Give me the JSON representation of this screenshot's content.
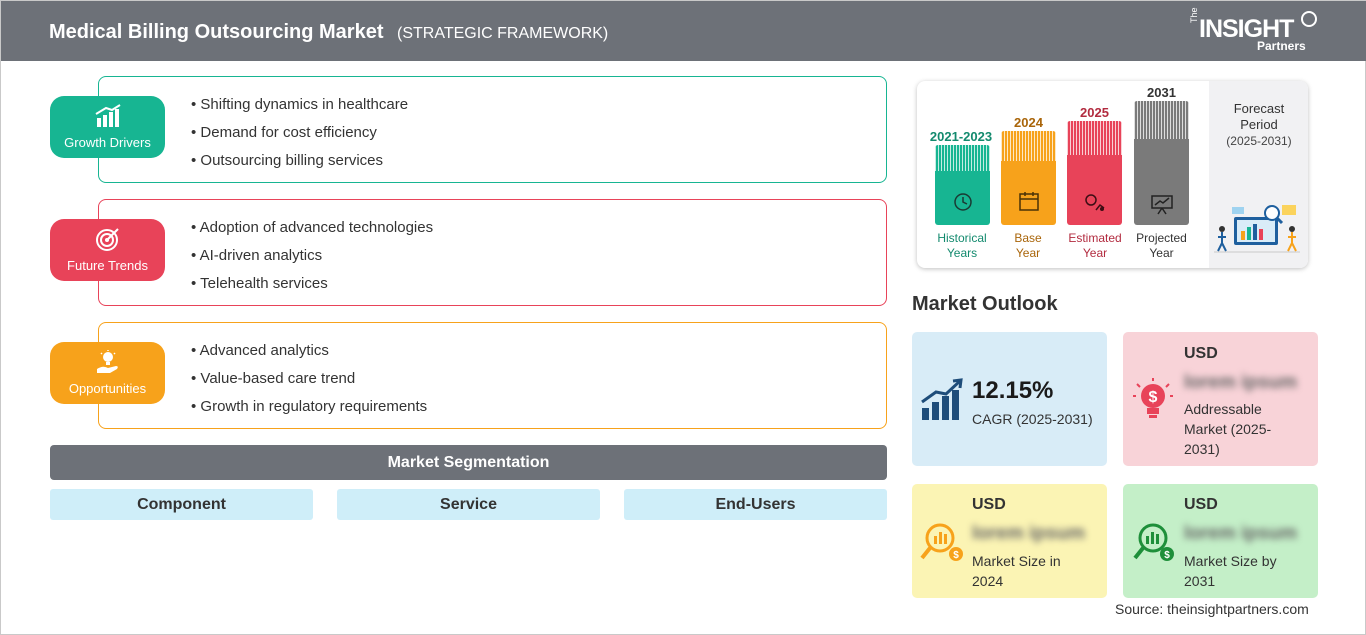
{
  "header": {
    "title": "Medical Billing Outsourcing Market",
    "subtitle": "(STRATEGIC FRAMEWORK)",
    "logo": {
      "the": "The",
      "insight": "INSIGHT",
      "partners": "Partners"
    }
  },
  "framework": [
    {
      "label": "Growth Drivers",
      "icon": "bar-chart-growth-icon",
      "color": "#17b592",
      "items": [
        "Shifting dynamics in healthcare",
        "Demand for cost efficiency",
        "Outsourcing billing services"
      ]
    },
    {
      "label": "Future Trends",
      "icon": "target-icon",
      "color": "#e84359",
      "items": [
        "Adoption of advanced technologies",
        "AI-driven analytics",
        "Telehealth services"
      ]
    },
    {
      "label": "Opportunities",
      "icon": "hand-lightbulb-icon",
      "color": "#f7a21b",
      "items": [
        "Advanced analytics",
        "Value-based care trend",
        "Growth in regulatory requirements"
      ]
    }
  ],
  "segmentation": {
    "title": "Market Segmentation",
    "items": [
      "Component",
      "Service",
      "End-Users"
    ]
  },
  "timeline": {
    "periods": [
      {
        "year": "2021-2023",
        "label_1": "Historical",
        "label_2": "Years",
        "color": "#17b592",
        "text_color": "#138a6e",
        "icon": "history-clock-icon"
      },
      {
        "year": "2024",
        "label_1": "Base",
        "label_2": "Year",
        "color": "#f7a21b",
        "text_color": "#a9650a",
        "icon": "calendar-icon"
      },
      {
        "year": "2025",
        "label_1": "Estimated",
        "label_2": "Year",
        "color": "#e84359",
        "text_color": "#b22b3f",
        "icon": "gear-chart-icon"
      },
      {
        "year": "2031",
        "label_1": "Projected",
        "label_2": "Year",
        "color": "#7a7a7a",
        "text_color": "#333333",
        "icon": "presentation-icon"
      }
    ],
    "forecast_title_1": "Forecast",
    "forecast_title_2": "Period",
    "forecast_range": "(2025-2031)"
  },
  "market_outlook": {
    "title": "Market Outlook",
    "cagr": {
      "value": "12.15%",
      "label": "CAGR (2025-2031)",
      "icon": "growth-chart-icon",
      "bg": "#d8ecf7"
    },
    "addressable": {
      "currency": "USD",
      "value": "lorem ipsum",
      "label_1": "Addressable",
      "label_2": "Market (2025-",
      "label_3": "2031)",
      "icon": "lightbulb-dollar-icon",
      "bg": "#f8d3d8"
    },
    "size_2024": {
      "currency": "USD",
      "value": "lorem ipsum",
      "label_1": "Market Size in",
      "label_2": "2024",
      "icon": "magnifier-dollar-icon",
      "bg": "#fbf4b4"
    },
    "size_2031": {
      "currency": "USD",
      "value": "lorem ipsum",
      "label_1": "Market Size by",
      "label_2": "2031",
      "icon": "magnifier-chart-dollar-icon",
      "bg": "#c4efc8"
    }
  },
  "source": "Source: theinsightpartners.com"
}
